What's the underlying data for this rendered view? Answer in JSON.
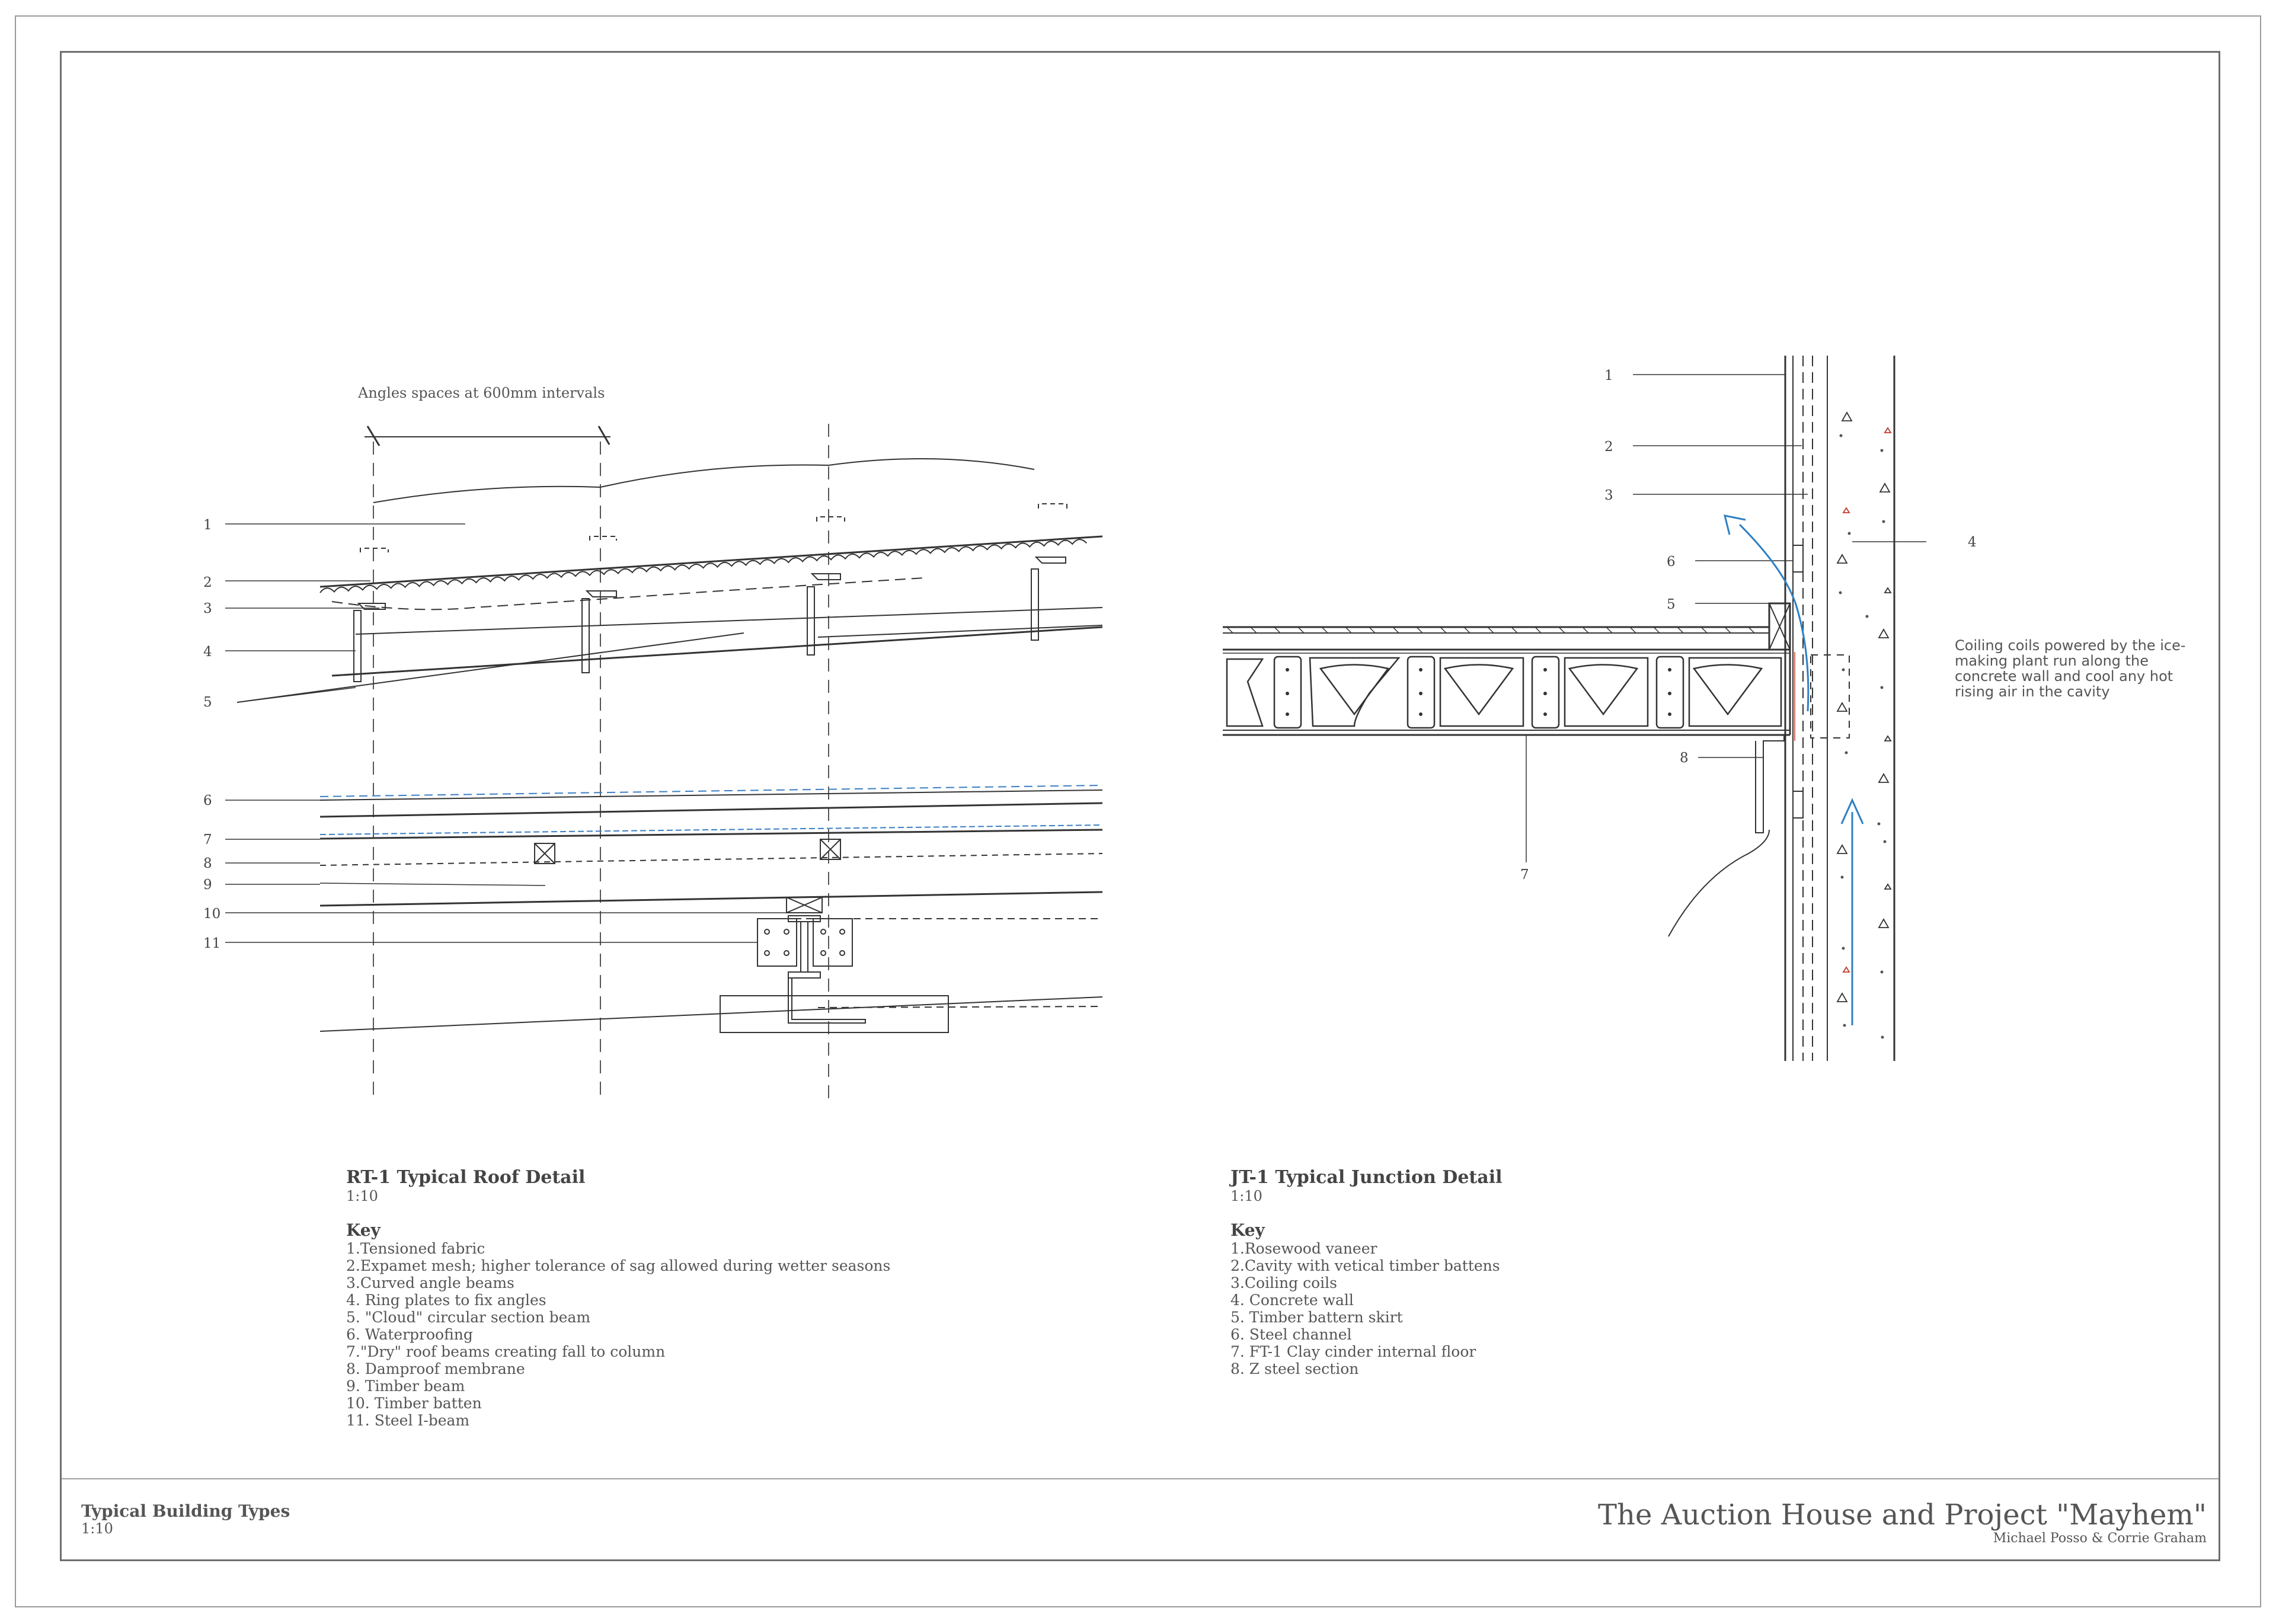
{
  "roof_detail": {
    "annotation": "Angles spaces at 600mm intervals",
    "callout_numbers": [
      "1",
      "2",
      "3",
      "4",
      "5",
      "6",
      "7",
      "8",
      "9",
      "10",
      "11"
    ],
    "title": "RT-1 Typical Roof Detail",
    "scale": "1:10",
    "key_heading": "Key",
    "key": [
      "1.Tensioned fabric",
      "2.Expamet mesh; higher tolerance of sag allowed during wetter seasons",
      "3.Curved angle beams",
      "4. Ring plates to fix angles",
      "5. \"Cloud\" circular section beam",
      "6. Waterproofing",
      "7.\"Dry\" roof beams creating fall to column",
      "8. Damproof membrane",
      "9. Timber beam",
      "10. Timber batten",
      "11. Steel I-beam"
    ]
  },
  "junction_detail": {
    "callout_numbers": [
      "1",
      "2",
      "3",
      "4",
      "5",
      "6",
      "7",
      "8"
    ],
    "note": "Coiling coils powered by the ice-making plant run along the concrete wall and cool any hot rising air in the cavity",
    "title": "JT-1 Typical Junction Detail",
    "scale": "1:10",
    "key_heading": "Key",
    "key": [
      "1.Rosewood vaneer",
      "2.Cavity with vetical timber battens",
      "3.Coiling coils",
      "4. Concrete wall",
      "5. Timber battern skirt",
      "6. Steel channel",
      "7. FT-1 Clay cinder internal floor",
      "8. Z steel section"
    ]
  },
  "title_block": {
    "sheet_title": "Typical Building Types",
    "sheet_scale": "1:10",
    "project_title": "The Auction House and Project \"Mayhem\"",
    "authors": "Michael Posso & Corrie Graham"
  },
  "colors": {
    "line": "#333333",
    "airflow_arrow": "#2e7fc4",
    "waterproofing": "#3b7fc4",
    "red_detail": "#c0392b"
  }
}
